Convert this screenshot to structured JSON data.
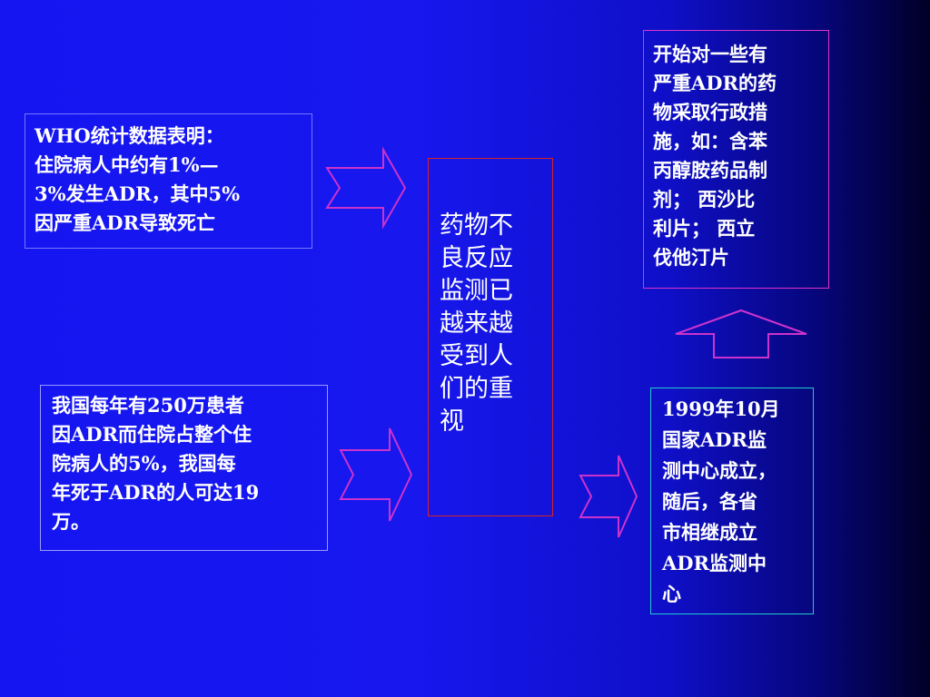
{
  "boxes": {
    "who": "WHO统计数据表明：\n住院病人中约有1%—\n3%发生ADR，其中5%\n因严重ADR导致死亡",
    "china": "我国每年有250万患者\n因ADR而住院占整个住\n院病人的5%，我国每\n年死于ADR的人可达19\n万。",
    "center": "药物不\n良反应\n监测已\n越来越\n受到人\n们的重\n视",
    "measures": "开始对一些有\n严重ADR的药\n物采取行政措\n施，如：含苯\n丙醇胺药品制\n剂；  西沙比\n利片；  西立\n伐他汀片",
    "center_1999": "1999年10月\n国家ADR监\n测中心成立，\n随后，各省\n市相继成立\nADR监测中\n心"
  },
  "arrows": {
    "right_arrow_icon": "right-arrow-icon",
    "up_arrow_icon": "up-arrow-icon"
  },
  "colors": {
    "background_left": "#1515f2",
    "background_right": "#000026",
    "arrow_stroke": "#cc33cc",
    "text": "#ffffff"
  }
}
